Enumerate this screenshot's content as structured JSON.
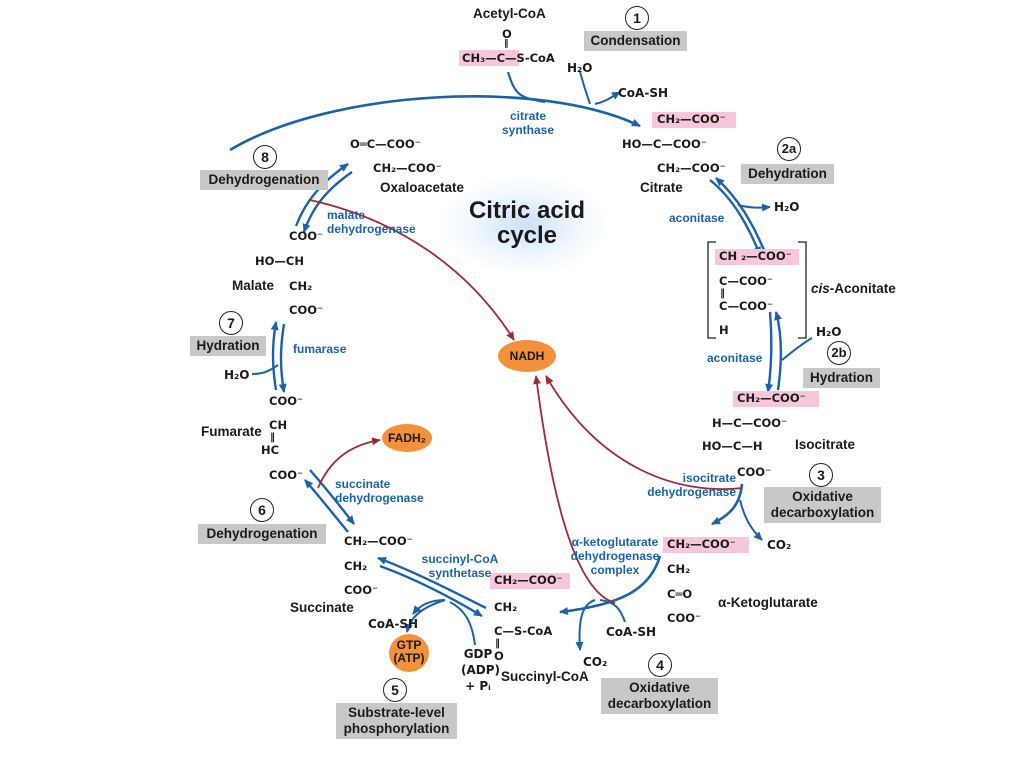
{
  "title": "Citric acid cycle",
  "title_line1": "Citric acid",
  "title_line2": "cycle",
  "colors": {
    "arrow_blue": "#1a63a6",
    "arrow_red": "#9e2a3a",
    "highlight_pink": "#f7c6dc",
    "step_box": "#c8c8c8",
    "energy_orange": "#f2913a"
  },
  "steps": [
    {
      "num": "1",
      "label": "Condensation"
    },
    {
      "num": "2a",
      "label": "Dehydration"
    },
    {
      "num": "2b",
      "label": "Hydration"
    },
    {
      "num": "3",
      "label": "Oxidative decarboxylation",
      "line1": "Oxidative",
      "line2": "decarboxylation"
    },
    {
      "num": "4",
      "label": "Oxidative decarboxylation",
      "line1": "Oxidative",
      "line2": "decarboxylation"
    },
    {
      "num": "5",
      "label": "Substrate-level phosphorylation",
      "line1": "Substrate-level",
      "line2": "phosphorylation"
    },
    {
      "num": "6",
      "label": "Dehydrogenation"
    },
    {
      "num": "7",
      "label": "Hydration"
    },
    {
      "num": "8",
      "label": "Dehydrogenation"
    }
  ],
  "compounds": {
    "acetyl_coa": "Acetyl-CoA",
    "citrate": "Citrate",
    "cis_aconitate_prefix": "cis",
    "cis_aconitate_suffix": "-Aconitate",
    "isocitrate": "Isocitrate",
    "alpha_ketoglutarate": "α-Ketoglutarate",
    "succinyl_coa": "Succinyl-CoA",
    "succinate": "Succinate",
    "fumarate": "Fumarate",
    "malate": "Malate",
    "oxaloacetate": "Oxaloacetate"
  },
  "enzymes": {
    "citrate_synthase_1": "citrate",
    "citrate_synthase_2": "synthase",
    "aconitase_1": "aconitase",
    "aconitase_2": "aconitase",
    "isocitrate_dh_1": "isocitrate",
    "isocitrate_dh_2": "dehydrogenase",
    "akg_dh_1": "α-ketoglutarate",
    "akg_dh_2": "dehydrogenase",
    "akg_dh_3": "complex",
    "succinyl_synthetase_1": "succinyl-CoA",
    "succinyl_synthetase_2": "synthetase",
    "succinate_dh_1": "succinate",
    "succinate_dh_2": "dehydrogenase",
    "fumarase": "fumarase",
    "malate_dh_1": "malate",
    "malate_dh_2": "dehydrogenase"
  },
  "small_molecules": {
    "h2o_1": "H₂O",
    "coash_1": "CoA-SH",
    "h2o_2a": "H₂O",
    "h2o_2b": "H₂O",
    "co2_3": "CO₂",
    "coash_4": "CoA-SH",
    "co2_4": "CO₂",
    "coash_5": "CoA-SH",
    "gdp_1": "GDP",
    "gdp_2": "(ADP)",
    "gdp_3": "+ Pᵢ",
    "h2o_7": "H₂O"
  },
  "energy": {
    "nadh": "NADH",
    "fadh2": "FADH₂",
    "gtp_1": "GTP",
    "gtp_2": "(ATP)"
  },
  "structures": {
    "acetyl": [
      "O",
      "‖",
      "CH₃—C—S-CoA"
    ],
    "citrate": [
      "CH₂—COO⁻",
      "HO—C—COO⁻",
      "CH₂—COO⁻"
    ],
    "cis_aconitate": [
      "CH ₂—COO⁻",
      "C—COO⁻",
      "‖",
      "C—COO⁻",
      "H"
    ],
    "isocitrate": [
      "CH₂—COO⁻",
      "H—C—COO⁻",
      "HO—C—H",
      "COO⁻"
    ],
    "akg": [
      "CH₂—COO⁻",
      "CH₂",
      "C═O",
      "COO⁻"
    ],
    "succinyl": [
      "CH₂—COO⁻",
      "CH₂",
      "C—S-CoA",
      "‖",
      "O"
    ],
    "succinate": [
      "CH₂—COO⁻",
      "CH₂",
      "COO⁻"
    ],
    "fumarate": [
      "COO⁻",
      "CH",
      "‖",
      "HC",
      "COO⁻"
    ],
    "malate": [
      "COO⁻",
      "HO—CH",
      "CH₂",
      "COO⁻"
    ],
    "oxaloacetate": [
      "O═C—COO⁻",
      "CH₂—COO⁻"
    ]
  }
}
